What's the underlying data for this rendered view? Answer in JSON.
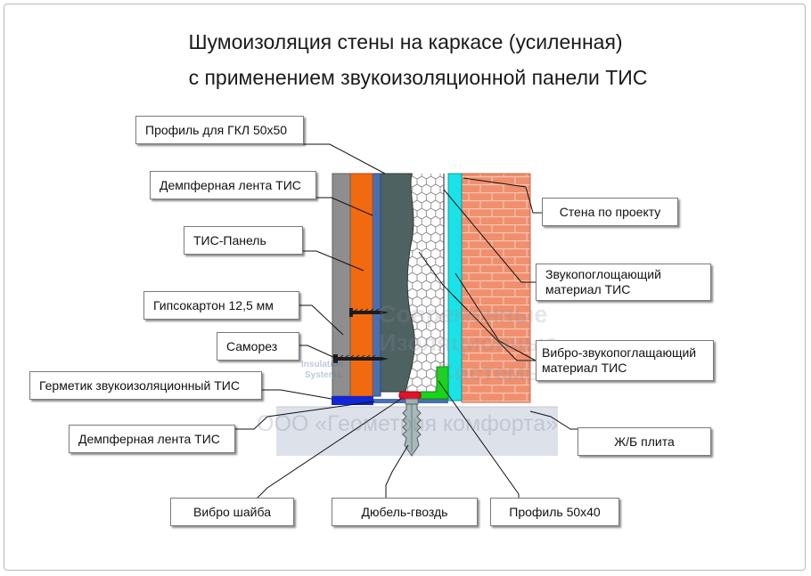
{
  "title": {
    "line1": "Шумоизоляция стены на каркасе (усиленная)",
    "line2": "с применением звукоизоляционной панели ТИС"
  },
  "labels": {
    "profile_gkl": "Профиль для ГКЛ 50х50",
    "damper_tape_top": "Демпферная лента ТИС",
    "tis_panel": "ТИС-Панель",
    "drywall": "Гипсокартон 12,5 мм",
    "screw": "Саморез",
    "sealant": "Герметик звукоизоляционный ТИС",
    "damper_tape_bottom": "Демпферная лента ТИС",
    "vibro_washer": "Вибро шайба",
    "dowel_nail": "Дюбель-гвоздь",
    "profile_50x40": "Профиль 50х40",
    "slab": "Ж/Б плита",
    "vibro_absorb": "Вибро-звукопоглащающий\nматериал ТИС",
    "sound_absorb": "Звукопоглощающий\nматериал ТИС",
    "wall": "Стена по проекту"
  },
  "watermark": {
    "line1": "Современные",
    "line2": "Изоляционные",
    "line3": "Системы",
    "small1": "Insulation",
    "small2": "Systems",
    "company": "ООО «Геометрия комфорта»"
  },
  "colors": {
    "gypsum": "#8e8e8e",
    "orange_panel": "#f26a10",
    "steel_blue": "#4a6fb0",
    "dark_panel": "#4e6262",
    "cyan": "#19e3e8",
    "brick": "#ef8f6e",
    "slab": "#dde1ea",
    "sealant_blue": "#1326d6",
    "green_profile": "#19d419",
    "washer_red": "#e4102a"
  }
}
